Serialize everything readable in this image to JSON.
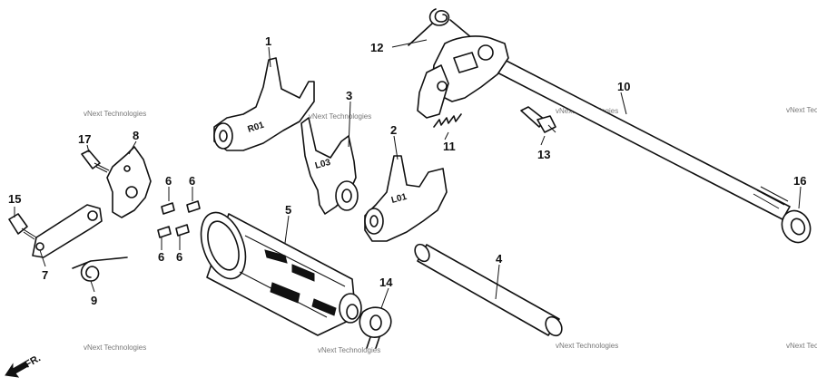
{
  "callouts": {
    "c1": "1",
    "c2": "2",
    "c3": "3",
    "c4": "4",
    "c5": "5",
    "c6a": "6",
    "c6b": "6",
    "c6c": "6",
    "c6d": "6",
    "c7": "7",
    "c8": "8",
    "c9": "9",
    "c10": "10",
    "c11": "11",
    "c12": "12",
    "c13": "13",
    "c14": "14",
    "c15": "15",
    "c16": "16",
    "c17": "17"
  },
  "fork_markings": {
    "fork1": "R01",
    "fork2": "L01",
    "fork3": "L03"
  },
  "direction_label": "FR.",
  "watermark": "vNext Technologies",
  "colors": {
    "ink": "#111111",
    "watermark": "#777777",
    "background": "#ffffff"
  }
}
